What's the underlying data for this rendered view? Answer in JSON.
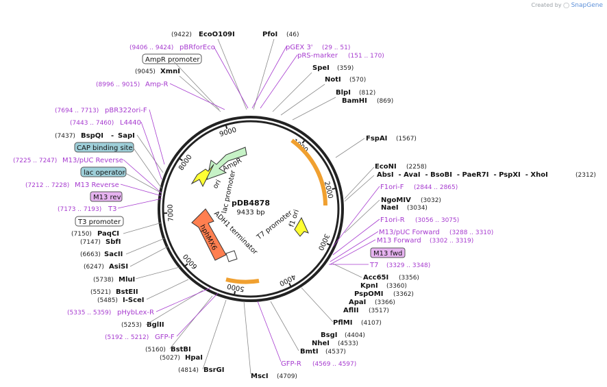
{
  "credit": {
    "prefix": "Created by",
    "brand": "SnapGene",
    "icon": "snapgene-logo-icon"
  },
  "plasmid": {
    "name": "pDB4878",
    "size_label": "9433 bp",
    "length": 9433
  },
  "ticks": [
    "1000",
    "2000",
    "3000",
    "4000",
    "5000",
    "6000",
    "7000",
    "8000",
    "9000"
  ],
  "features": [
    {
      "name": "AmpR",
      "start": 8900,
      "end": 8300,
      "color": "#c6f2c6",
      "style": "arrow"
    },
    {
      "name": "ori",
      "start": 7900,
      "end": 7330,
      "color": "#ffff33",
      "style": "arrow"
    },
    {
      "name": "lac promoter",
      "start": 7240,
      "end": 7215,
      "color": "#ffffff",
      "style": "label"
    },
    {
      "name": "hphMX6",
      "start": 6400,
      "end": 7000,
      "color": "#ff7f50",
      "style": "arrow"
    },
    {
      "name": "ADH1 terminator",
      "start": 6050,
      "end": 6250,
      "color": "#ffffff",
      "style": "label"
    },
    {
      "name": "T7 promoter",
      "start": 3340,
      "end": 3320,
      "color": "#ffffff",
      "style": "label"
    },
    {
      "name": "f1 ori",
      "start": 3300,
      "end": 2850,
      "color": "#ffff33",
      "style": "arrow"
    }
  ],
  "sites_left": [
    {
      "name": "EcoO109I",
      "pos": "(9422)"
    },
    {
      "name": "XmnI",
      "pos": "(9045)"
    },
    {
      "name": "BspQI",
      "extra": "SapI",
      "pos": "(7437)"
    },
    {
      "name": "PaqCI",
      "pos": "(7150)"
    },
    {
      "name": "SbfI",
      "pos": "(7147)"
    },
    {
      "name": "SacII",
      "pos": "(6663)"
    },
    {
      "name": "AsiSI",
      "pos": "(6247)"
    },
    {
      "name": "MluI",
      "pos": "(5738)"
    },
    {
      "name": "BstEII",
      "pos": "(5521)"
    },
    {
      "name": "I-SceI",
      "pos": "(5485)"
    },
    {
      "name": "BglII",
      "pos": "(5253)"
    },
    {
      "name": "BstBI",
      "pos": "(5160)"
    },
    {
      "name": "HpaI",
      "pos": "(5027)"
    },
    {
      "name": "BsrGI",
      "pos": "(4814)"
    },
    {
      "name": "MscI",
      "pos": "(4709)"
    }
  ],
  "sites_right": [
    {
      "name": "PfoI",
      "pos": "(46)"
    },
    {
      "name": "SpeI",
      "pos": "(359)"
    },
    {
      "name": "NotI",
      "pos": "(570)"
    },
    {
      "name": "BlpI",
      "pos": "(812)"
    },
    {
      "name": "BamHI",
      "pos": "(869)"
    },
    {
      "name": "FspAI",
      "pos": "(1567)"
    },
    {
      "name": "EcoNI",
      "pos": "(2258)"
    },
    {
      "name": "AbsI",
      "line": "AbsI  - AvaI  - BsoBI  - PaeR7I  - PspXI  - XhoI",
      "pos": "(2312)"
    },
    {
      "name": "NgoMIV",
      "pos": "(3032)"
    },
    {
      "name": "NaeI",
      "pos": "(3034)"
    },
    {
      "name": "Acc65I",
      "pos": "(3356)"
    },
    {
      "name": "KpnI",
      "pos": "(3360)"
    },
    {
      "name": "PspOMI",
      "pos": "(3362)"
    },
    {
      "name": "ApaI",
      "pos": "(3366)"
    },
    {
      "name": "AflII",
      "pos": "(3517)"
    },
    {
      "name": "PflMI",
      "pos": "(4107)"
    },
    {
      "name": "BsgI",
      "pos": "(4404)"
    },
    {
      "name": "NheI",
      "pos": "(4533)"
    },
    {
      "name": "BmtI",
      "pos": "(4537)"
    }
  ],
  "primers_left": [
    {
      "name": "pBRforEco",
      "pos": "(9406 .. 9424)"
    },
    {
      "name": "Amp-R",
      "pos": "(8996 .. 9015)"
    },
    {
      "name": "pBR322ori-F",
      "pos": "(7694 .. 7713)"
    },
    {
      "name": "L4440",
      "pos": "(7443 .. 7460)"
    },
    {
      "name": "M13/pUC Reverse",
      "pos": "(7225 .. 7247)"
    },
    {
      "name": "M13 Reverse",
      "pos": "(7212 .. 7228)"
    },
    {
      "name": "T3",
      "pos": "(7173 .. 7193)"
    },
    {
      "name": "pHybLex-R",
      "pos": "(5335 .. 5359)"
    },
    {
      "name": "GFP-F",
      "pos": "(5192 .. 5212)"
    }
  ],
  "primers_right": [
    {
      "name": "pGEX 3'",
      "pos": "(29 .. 51)"
    },
    {
      "name": "pRS-marker",
      "pos": "(151 .. 170)"
    },
    {
      "name": "F1ori-F",
      "pos": "(2844 .. 2865)"
    },
    {
      "name": "F1ori-R",
      "pos": "(3056 .. 3075)"
    },
    {
      "name": "M13/pUC Forward",
      "pos": "(3288 .. 3310)"
    },
    {
      "name": "M13 Forward",
      "pos": "(3302 .. 3319)"
    },
    {
      "name": "T7",
      "pos": "(3329 .. 3348)"
    },
    {
      "name": "GFP-R",
      "pos": "(4569 .. 4597)"
    }
  ],
  "boxes": [
    {
      "name": "AmpR promoter",
      "color": "#ffffff"
    },
    {
      "name": "CAP binding site",
      "color": "#9ecfd9"
    },
    {
      "name": "lac operator",
      "color": "#9ecfd9"
    },
    {
      "name": "M13 rev",
      "color": "#e6b3f0"
    },
    {
      "name": "T3 promoter",
      "color": "#ffffff"
    },
    {
      "name": "M13 fwd",
      "color": "#e6b3f0"
    }
  ]
}
